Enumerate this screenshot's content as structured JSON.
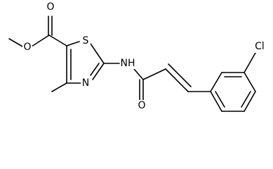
{
  "structure": {
    "atoms": [
      {
        "id": "o_methoxy",
        "label": "O"
      },
      {
        "id": "o_ester_carbonyl",
        "label": "O"
      },
      {
        "id": "s_ring",
        "label": "S"
      },
      {
        "id": "n_amide",
        "label": "NH"
      },
      {
        "id": "n_ring",
        "label": "N"
      },
      {
        "id": "o_amide_carbonyl",
        "label": "O"
      },
      {
        "id": "cl",
        "label": "Cl"
      }
    ]
  },
  "colors": {
    "bond": "#000000",
    "label": "#000000",
    "background": "#ffffff"
  }
}
